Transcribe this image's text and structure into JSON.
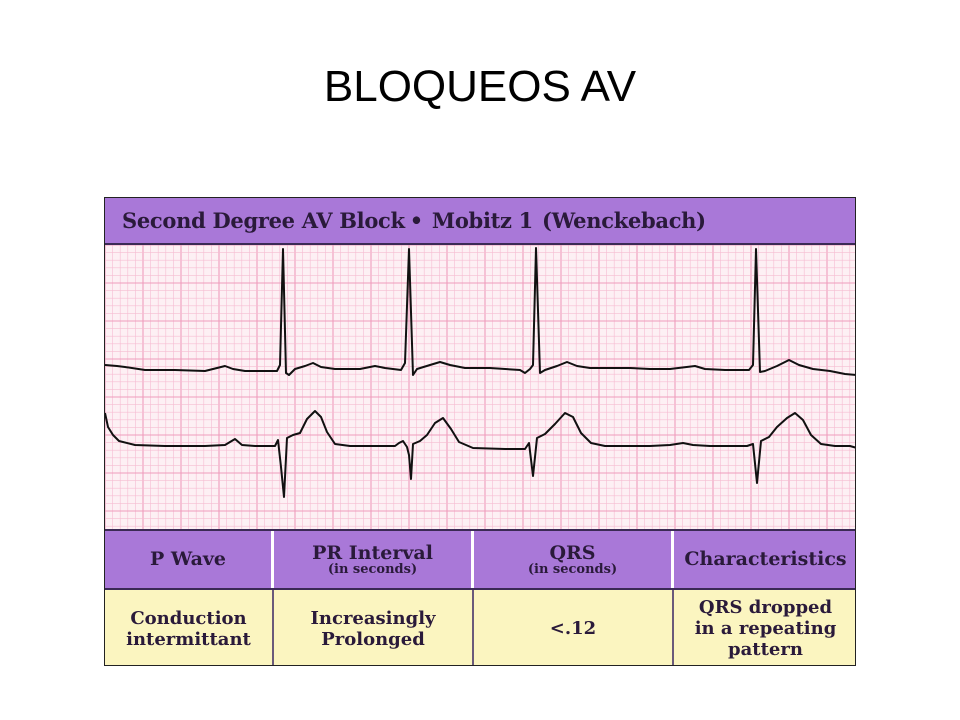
{
  "slide": {
    "title": "BLOQUEOS AV"
  },
  "figure": {
    "header": {
      "part1": "Second Degree AV Block",
      "bullet": "•",
      "part2": "Mobitz 1",
      "part3": "(Wenckebach)"
    },
    "colors": {
      "band": "#a978d8",
      "data_row": "#fbf5c0",
      "grid_fine": "#f6bcd2",
      "grid_major": "#ee9cbc",
      "trace": "#111111"
    },
    "table": {
      "columns": [
        {
          "label": "P Wave",
          "sub": ""
        },
        {
          "label": "PR Interval",
          "sub": "(in seconds)"
        },
        {
          "label": "QRS",
          "sub": "(in seconds)"
        },
        {
          "label": "Characteristics",
          "sub": ""
        }
      ],
      "values": [
        [
          "Conduction",
          "intermittant"
        ],
        [
          "Increasingly",
          "Prolonged"
        ],
        [
          "<.12"
        ],
        [
          "QRS dropped",
          "in a repeating",
          "pattern"
        ]
      ]
    }
  }
}
